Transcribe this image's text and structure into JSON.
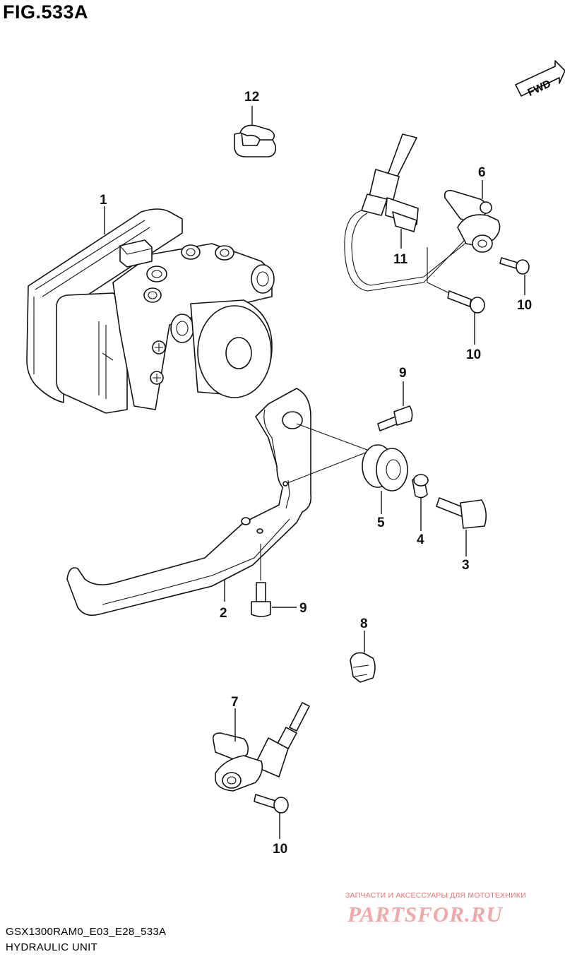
{
  "figure": {
    "title": "FIG.533A",
    "model_code": "GSX1300RAM0_E03_E28_533A",
    "name": "HYDRAULIC UNIT"
  },
  "direction_arrow": {
    "label": "FWD"
  },
  "callouts": [
    "1",
    "2",
    "3",
    "4",
    "5",
    "6",
    "7",
    "8",
    "9",
    "9",
    "10",
    "10",
    "10",
    "11",
    "12"
  ],
  "parts": [
    {
      "ref": "1",
      "name": "hydraulic-unit"
    },
    {
      "ref": "2",
      "name": "bracket"
    },
    {
      "ref": "3",
      "name": "bolt"
    },
    {
      "ref": "4",
      "name": "spacer"
    },
    {
      "ref": "5",
      "name": "cushion"
    },
    {
      "ref": "6",
      "name": "rear-sensor"
    },
    {
      "ref": "7",
      "name": "front-sensor"
    },
    {
      "ref": "8",
      "name": "clamp"
    },
    {
      "ref": "9",
      "name": "bolt"
    },
    {
      "ref": "10",
      "name": "bolt"
    },
    {
      "ref": "11",
      "name": "clamp"
    },
    {
      "ref": "12",
      "name": "clamp"
    }
  ],
  "watermark": {
    "tagline": "ЗАПЧАСТИ И АКСЕССУАРЫ ДЛЯ МОТОТЕХНИКИ",
    "logo": "PARTSFOR.RU"
  },
  "colors": {
    "line": "#111111",
    "background": "#ffffff",
    "watermark": "#e57373"
  }
}
